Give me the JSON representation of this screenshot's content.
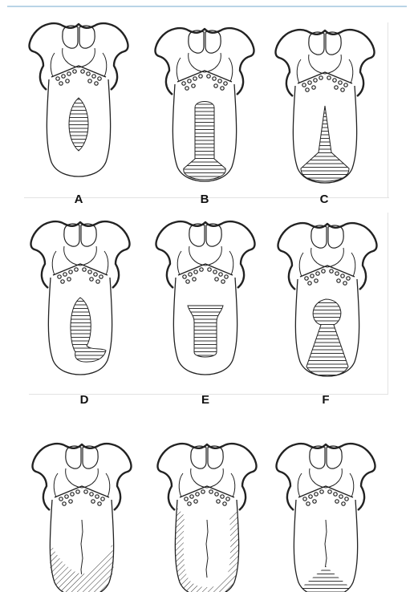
{
  "figure": {
    "panels": [
      {
        "label": "A",
        "marking": "central-oval"
      },
      {
        "label": "B",
        "marking": "central-band-to-tip"
      },
      {
        "label": "C",
        "marking": "triangle-from-tip"
      },
      {
        "label": "D",
        "marking": "oval-with-side-lobe"
      },
      {
        "label": "E",
        "marking": "cup-central"
      },
      {
        "label": "F",
        "marking": "keyhole"
      },
      {
        "label": "",
        "marking": "hatched-tip-and-sides"
      },
      {
        "label": "",
        "marking": "hatched-rim"
      },
      {
        "label": "",
        "marking": "hatched-tip-triangle"
      }
    ]
  },
  "colors": {
    "line": "#222222",
    "hatch": "#333333",
    "accent_rule": "#b9d4e6"
  }
}
